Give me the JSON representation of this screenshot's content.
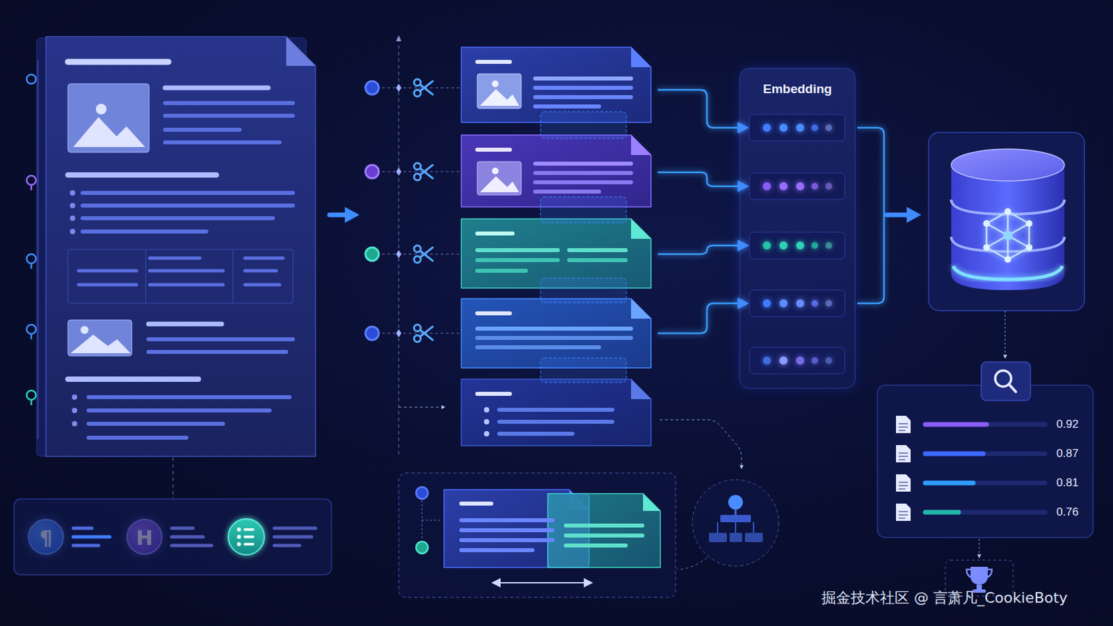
{
  "diagram": {
    "nodes": [
      {
        "text": [
          "Embedding"
        ]
      },
      {
        "text": [
          "¶"
        ]
      },
      {
        "text": [
          "H"
        ]
      }
    ],
    "labels": [
      "0.92",
      "0.87",
      "0.81",
      "0.76",
      "掘金技术社区 @ 言萧凡_CookieBoty"
    ]
  }
}
